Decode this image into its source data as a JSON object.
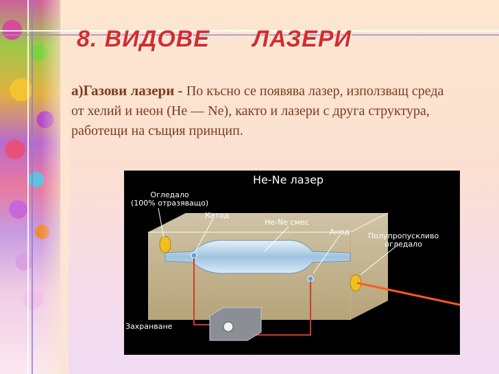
{
  "slide": {
    "title": "8. ВИДОВЕ      ЛАЗЕРИ",
    "lead": "а)Газови лазери - ",
    "body": "По късно се появява лазер, използващ среда от хелий и неон (He — Ne), както и лазери с друга структура, работещи на същия принцип."
  },
  "figure": {
    "title": "He-Ne лазер",
    "mirror_full": "Огледало\n(100% отразяващо)",
    "cathode": "Катод",
    "mixture": "He-Ne смес",
    "anode": "Анод",
    "mirror_partial": "Полупропускливо\nогледало",
    "power": "Захранване"
  },
  "colors": {
    "title": "#d42d2d",
    "text": "#7a3b1e",
    "beam": "#ff5a1e"
  }
}
